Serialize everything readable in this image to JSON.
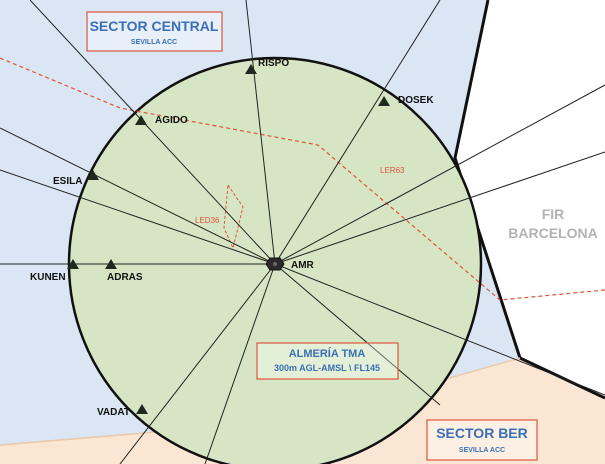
{
  "sectors": {
    "central": {
      "title": "SECTOR CENTRAL",
      "subtitle": "SEVILLA ACC"
    },
    "ber": {
      "title": "SECTOR BER",
      "subtitle": "SEVILLA ACC"
    },
    "fir": {
      "line1": "FIR",
      "line2": "BARCELONA"
    }
  },
  "tma": {
    "title": "ALMERÍA TMA",
    "limits": "300m AGL-AMSL \\ FL145"
  },
  "navaid": {
    "label": "AMR",
    "icon": "vor-icon"
  },
  "waypoints": [
    {
      "id": "rispo",
      "label": "RISPO"
    },
    {
      "id": "dosek",
      "label": "DOSEK"
    },
    {
      "id": "agido",
      "label": "AGIDO"
    },
    {
      "id": "esila",
      "label": "ESILA"
    },
    {
      "id": "kunen",
      "label": "KUNEN"
    },
    {
      "id": "adras",
      "label": "ADRAS"
    },
    {
      "id": "vadat",
      "label": "VADAT"
    }
  ],
  "restricted_areas": [
    {
      "id": "led36",
      "label": "LED36"
    },
    {
      "id": "ler63",
      "label": "LER63"
    }
  ],
  "colors": {
    "sector_central": "#dbe6f4",
    "sector_ber": "#fbe6d4",
    "tma_fill": "#d6e6c4",
    "label_blue": "#3b6fb6",
    "restricted": "#e0533c"
  }
}
